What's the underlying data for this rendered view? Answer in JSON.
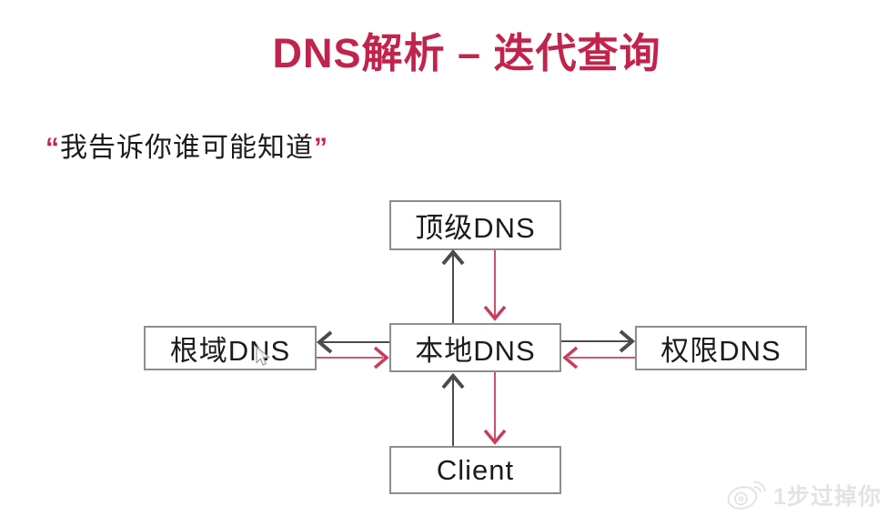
{
  "page": {
    "title": "DNS解析 – 迭代查询",
    "quote": {
      "open": "“",
      "text": "我告诉你谁可能知道",
      "close": "”"
    }
  },
  "diagram": {
    "nodes": [
      {
        "id": "top-dns",
        "label": "顶级DNS"
      },
      {
        "id": "root-dns",
        "label": "根域DNS"
      },
      {
        "id": "local-dns",
        "label": "本地DNS"
      },
      {
        "id": "auth-dns",
        "label": "权限DNS"
      },
      {
        "id": "client",
        "label": "Client"
      }
    ],
    "edges": [
      {
        "from": "local-dns",
        "to": "top-dns",
        "color": "gray"
      },
      {
        "from": "top-dns",
        "to": "local-dns",
        "color": "red"
      },
      {
        "from": "local-dns",
        "to": "root-dns",
        "color": "gray"
      },
      {
        "from": "root-dns",
        "to": "local-dns",
        "color": "red"
      },
      {
        "from": "local-dns",
        "to": "auth-dns",
        "color": "gray"
      },
      {
        "from": "auth-dns",
        "to": "local-dns",
        "color": "red"
      },
      {
        "from": "client",
        "to": "local-dns",
        "color": "gray"
      },
      {
        "from": "local-dns",
        "to": "client",
        "color": "red"
      }
    ]
  },
  "watermark": {
    "icon": "weibo-logo",
    "text": "1步过掉你"
  },
  "colors": {
    "title": "#c0244c",
    "arrow_red": "#c63d5d",
    "arrow_gray": "#4c4c4c",
    "box_border": "#8d8d8d",
    "text": "#1b1b1b",
    "watermark": "#e3e3e3"
  }
}
